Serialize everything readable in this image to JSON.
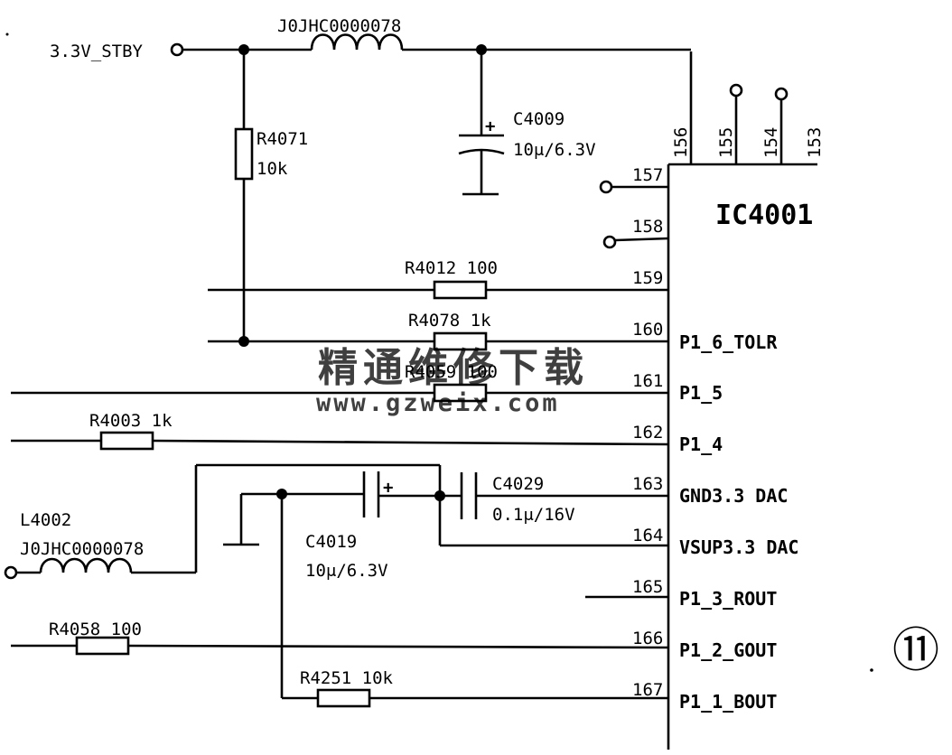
{
  "supply": {
    "label": "3.3V_STBY"
  },
  "inductors": {
    "l_top": {
      "part": "J0JHC0000078"
    },
    "l4002": {
      "ref": "L4002",
      "part": "J0JHC0000078"
    }
  },
  "capacitors": {
    "c4009": {
      "ref": "C4009",
      "value": "10μ/6.3V"
    },
    "c4019": {
      "ref": "C4019",
      "value": "10μ/6.3V"
    },
    "c4029": {
      "ref": "C4029",
      "value": "0.1μ/16V"
    }
  },
  "resistors": {
    "r4071": {
      "ref": "R4071",
      "value": "10k"
    },
    "r4012": {
      "label": "R4012 100"
    },
    "r4078": {
      "label": "R4078 1k"
    },
    "r4059": {
      "label": "R4059 100"
    },
    "r4003": {
      "label": "R4003 1k"
    },
    "r4058": {
      "label": "R4058 100"
    },
    "r4251": {
      "label": "R4251 10k"
    }
  },
  "ic": {
    "ref": "IC4001",
    "top_pins": [
      "156",
      "155",
      "154",
      "153"
    ],
    "side_pins": [
      {
        "num": "157",
        "signal": ""
      },
      {
        "num": "158",
        "signal": ""
      },
      {
        "num": "159",
        "signal": ""
      },
      {
        "num": "160",
        "signal": "P1_6_TOLR"
      },
      {
        "num": "161",
        "signal": "P1_5"
      },
      {
        "num": "162",
        "signal": "P1_4"
      },
      {
        "num": "163",
        "signal": "GND3.3 DAC"
      },
      {
        "num": "164",
        "signal": "VSUP3.3 DAC"
      },
      {
        "num": "165",
        "signal": "P1_3_ROUT"
      },
      {
        "num": "166",
        "signal": "P1_2_GOUT"
      },
      {
        "num": "167",
        "signal": "P1_1_BOUT"
      }
    ]
  },
  "page_marker": "⑪",
  "watermark": {
    "text": "精通维修下载",
    "url": "www.gzweix.com"
  }
}
